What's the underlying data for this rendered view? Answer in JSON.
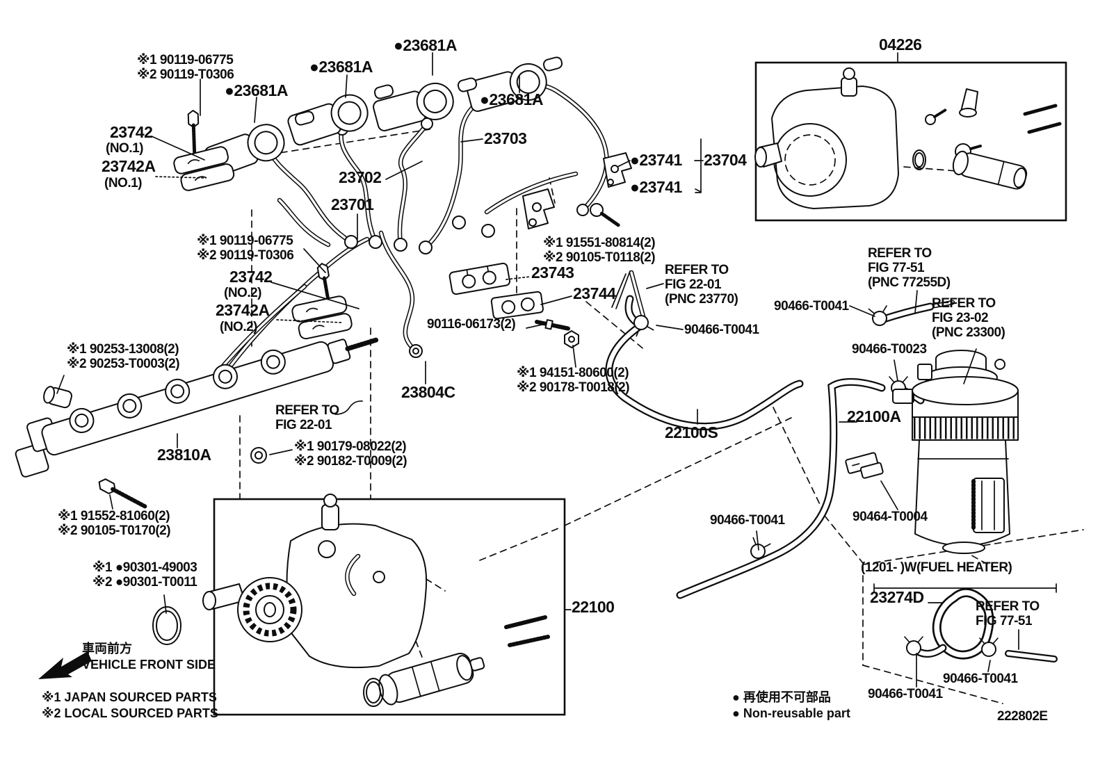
{
  "labels": {
    "g1": "※1 90119-06775\n※2 90119-T0306",
    "g2": "●23681A",
    "g3": "●23681A",
    "g4": "●23681A",
    "g5": "●23681A",
    "g6a": "23742",
    "g6b": "(NO.1)",
    "g7a": "23742A",
    "g7b": "(NO.1)",
    "g8": "23702",
    "g9": "23701",
    "g10": "23703",
    "g11": "●23741",
    "g12": "23704",
    "g13": "●23741",
    "g14": "04226",
    "g15": "※1 90119-06775\n※2 90119-T0306",
    "g16a": "23742",
    "g16b": "(NO.2)",
    "g17a": "23742A",
    "g17b": "(NO.2)",
    "g18": "※1 91551-80814(2)\n※2 90105-T0118(2)",
    "g19": "23743",
    "g20": "23744",
    "g21": "90116-06173(2)",
    "g22": "REFER TO\nFIG 22-01\n(PNC 23770)",
    "g23": "90466-T0041",
    "g24": "90466-T0041",
    "g25": "REFER TO\nFIG 77-51\n(PNC 77255D)",
    "g26": "REFER TO\nFIG 23-02\n(PNC 23300)",
    "g27": "90466-T0023",
    "g28": "※1 90253-13008(2)\n※2 90253-T0003(2)",
    "g29": "23810A",
    "g30": "REFER TO\nFIG 22-01",
    "g31": "※1 90179-08022(2)\n※2 90182-T0009(2)",
    "g32": "23804C",
    "g33": "※1 94151-80600(2)\n※2 90178-T0018(2)",
    "g34": "22100S",
    "g35": "22100A",
    "g36": "※1 91552-81060(2)\n※2 90105-T0170(2)",
    "g37": "※1 ●90301-49003\n※2 ●90301-T0011",
    "g38": "22100",
    "g39": "90466-T0041",
    "g40": "90464-T0004",
    "g41": "(1201-      )W(FUEL HEATER)",
    "g42": "23274D",
    "g43": "REFER TO\nFIG 77-51",
    "g44": "90466-T0041",
    "g45": "90466-T0041",
    "g46": "車両前方\nVEHICLE FRONT SIDE",
    "g47": "※1 JAPAN SOURCED PARTS\n※2 LOCAL SOURCED PARTS",
    "g48": "● 再使用不可部品\n● Non-reusable part",
    "g49": "222802E"
  },
  "colors": {
    "ink": "#0d0d0d",
    "paper": "#ffffff"
  }
}
